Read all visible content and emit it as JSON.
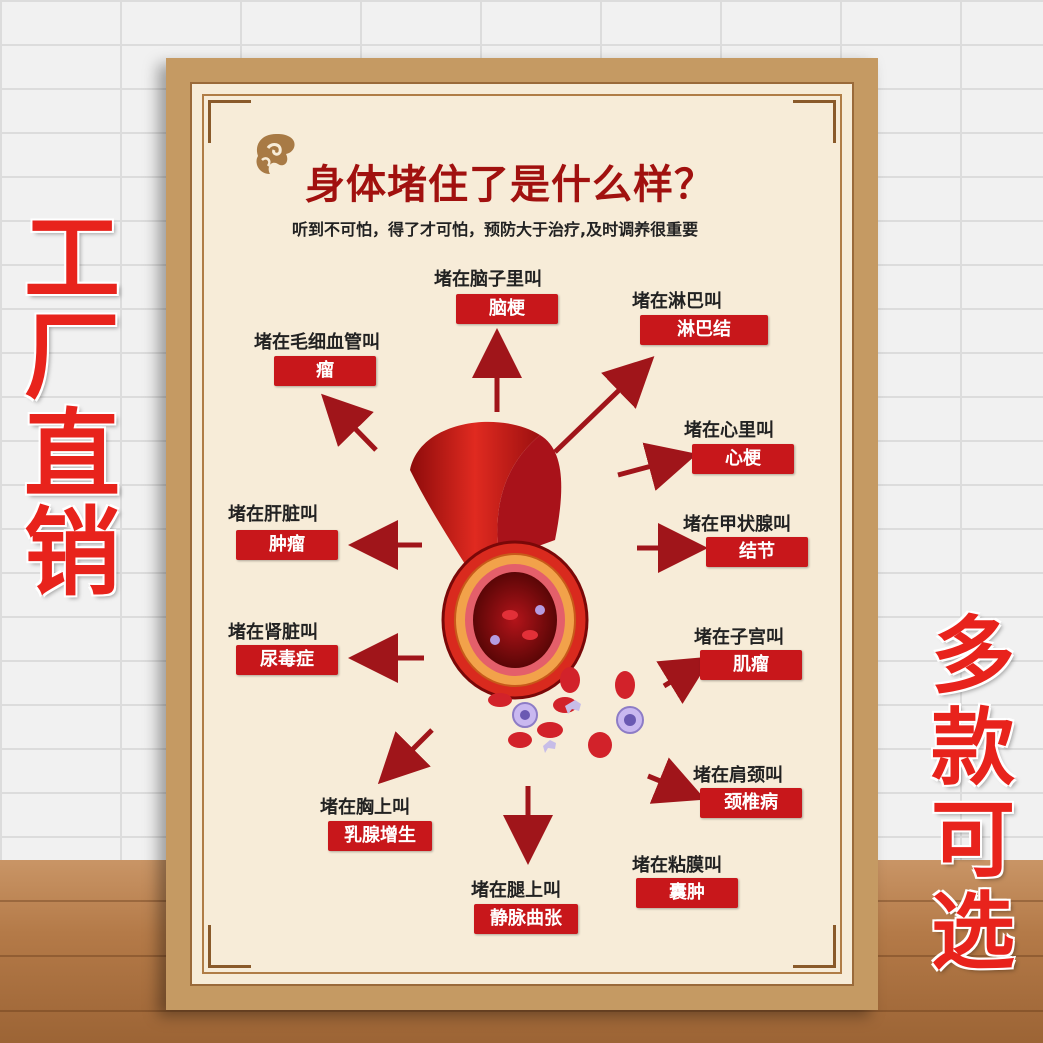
{
  "side": {
    "left_chars": [
      "工",
      "厂",
      "直",
      "销"
    ],
    "right_chars": [
      "多",
      "款",
      "可",
      "选"
    ]
  },
  "poster": {
    "title": "身体堵住了是什么样？",
    "subtitle": "听到不可怕，得了才可怕，预防大于治疗,及时调养很重要",
    "items": [
      {
        "label": "堵在脑子里叫",
        "name": "脑梗"
      },
      {
        "label": "堵在淋巴叫",
        "name": "淋巴结"
      },
      {
        "label": "堵在毛细血管叫",
        "name": "瘤"
      },
      {
        "label": "堵在心里叫",
        "name": "心梗"
      },
      {
        "label": "堵在肝脏叫",
        "name": "肿瘤"
      },
      {
        "label": "堵在甲状腺叫",
        "name": "结节"
      },
      {
        "label": "堵在肾脏叫",
        "name": "尿毒症"
      },
      {
        "label": "堵在子宫叫",
        "name": "肌瘤"
      },
      {
        "label": "堵在肩颈叫",
        "name": "颈椎病"
      },
      {
        "label": "堵在胸上叫",
        "name": "乳腺增生"
      },
      {
        "label": "堵在粘膜叫",
        "name": "囊肿"
      },
      {
        "label": "堵在腿上叫",
        "name": "静脉曲张"
      }
    ]
  },
  "colors": {
    "accent_red": "#c8171b",
    "title_red": "#a1110f",
    "side_red": "#e8231c",
    "frame_gold": "#c59a63"
  },
  "icons": [
    "cloud-ornament-icon",
    "blood-vessel-illustration",
    "arrow-icon"
  ]
}
